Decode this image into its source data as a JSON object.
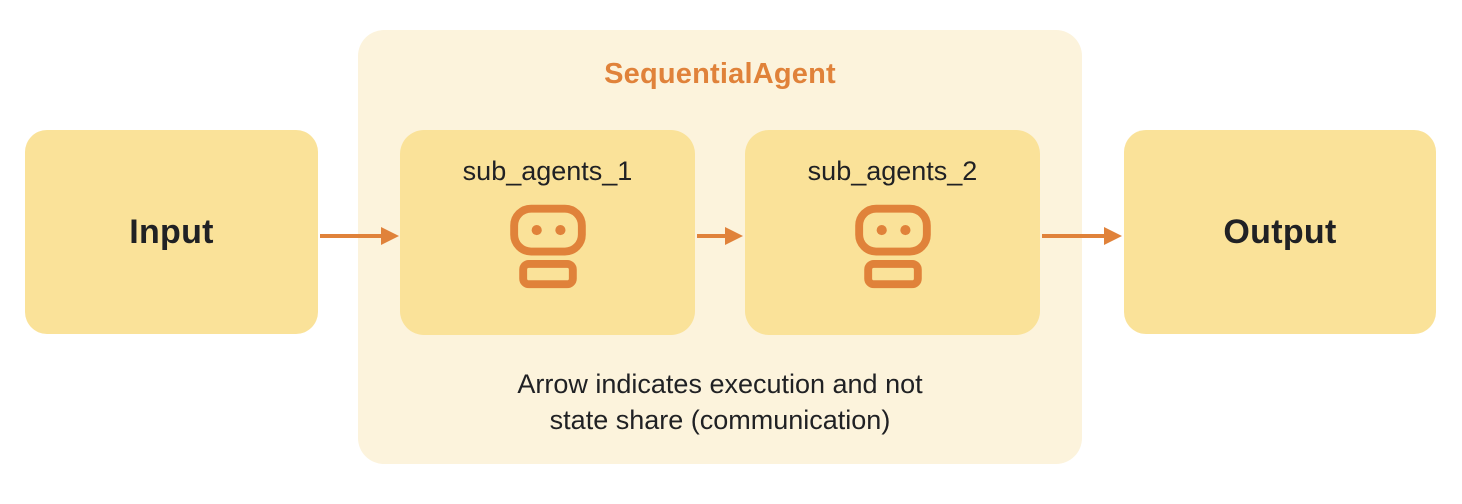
{
  "diagram": {
    "container": {
      "label": "SequentialAgent"
    },
    "nodes": {
      "input": {
        "label": "Input"
      },
      "output": {
        "label": "Output"
      },
      "sub_agents": [
        {
          "label": "sub_agents_1",
          "icon": "robot-icon"
        },
        {
          "label": "sub_agents_2",
          "icon": "robot-icon"
        }
      ]
    },
    "note": {
      "line1": "Arrow indicates execution and not",
      "line2": "state share (communication)"
    },
    "arrows": [
      {
        "from": "input",
        "to": "sub_agents_1"
      },
      {
        "from": "sub_agents_1",
        "to": "sub_agents_2"
      },
      {
        "from": "sub_agents_2",
        "to": "output"
      }
    ],
    "colors": {
      "box_yellow": "#FAE299",
      "container_cream": "#FCF3DC",
      "accent_orange": "#E0823A",
      "text_dark": "#202124"
    }
  }
}
